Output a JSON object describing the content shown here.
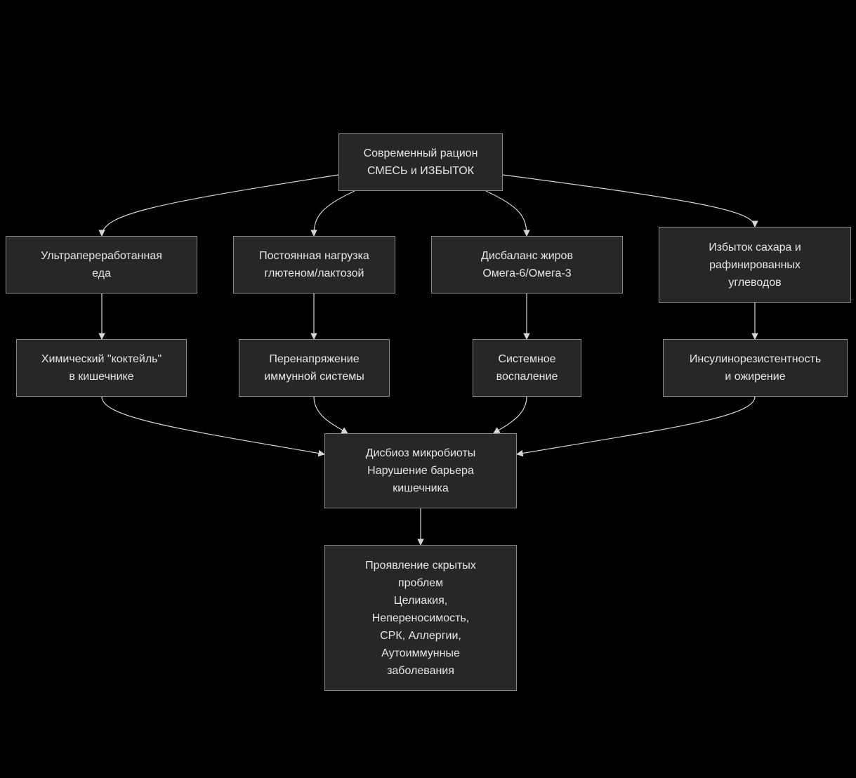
{
  "colors": {
    "background": "#000000",
    "node_fill": "#262727",
    "node_border": "#8a8a8a",
    "edge": "#d6d6d6",
    "text": "#e6e6e6"
  },
  "nodes": {
    "root": [
      "Современный рацион",
      "СМЕСЬ и ИЗБЫТОК"
    ],
    "ultra": [
      "Ультрапереработанная",
      "еда"
    ],
    "gluten": [
      "Постоянная нагрузка",
      "глютеном/лактозой"
    ],
    "fats": [
      "Дисбаланс жиров",
      "Омега-6/Омега-3"
    ],
    "sugar": [
      "Избыток сахара и",
      "рафинированных",
      "углеводов"
    ],
    "chem": [
      "Химический \"коктейль\"",
      "в кишечнике"
    ],
    "immune": [
      "Перенапряжение",
      "иммунной системы"
    ],
    "inflam": [
      "Системное",
      "воспаление"
    ],
    "insulin": [
      "Инсулинорезистентность",
      "и ожирение"
    ],
    "dysbiosis": [
      "Дисбиоз микробиоты",
      "Нарушение барьера",
      "кишечника"
    ],
    "problems": [
      "Проявление скрытых",
      "проблем",
      "Целиакия,",
      "Непереносимость,",
      "СРК, Аллергии,",
      "Аутоиммунные",
      "заболевания"
    ]
  },
  "edges": [
    {
      "from": "root",
      "to": "ultra"
    },
    {
      "from": "root",
      "to": "gluten"
    },
    {
      "from": "root",
      "to": "fats"
    },
    {
      "from": "root",
      "to": "sugar"
    },
    {
      "from": "ultra",
      "to": "chem"
    },
    {
      "from": "gluten",
      "to": "immune"
    },
    {
      "from": "fats",
      "to": "inflam"
    },
    {
      "from": "sugar",
      "to": "insulin"
    },
    {
      "from": "chem",
      "to": "dysbiosis"
    },
    {
      "from": "immune",
      "to": "dysbiosis"
    },
    {
      "from": "inflam",
      "to": "dysbiosis"
    },
    {
      "from": "insulin",
      "to": "dysbiosis"
    },
    {
      "from": "dysbiosis",
      "to": "problems"
    }
  ]
}
